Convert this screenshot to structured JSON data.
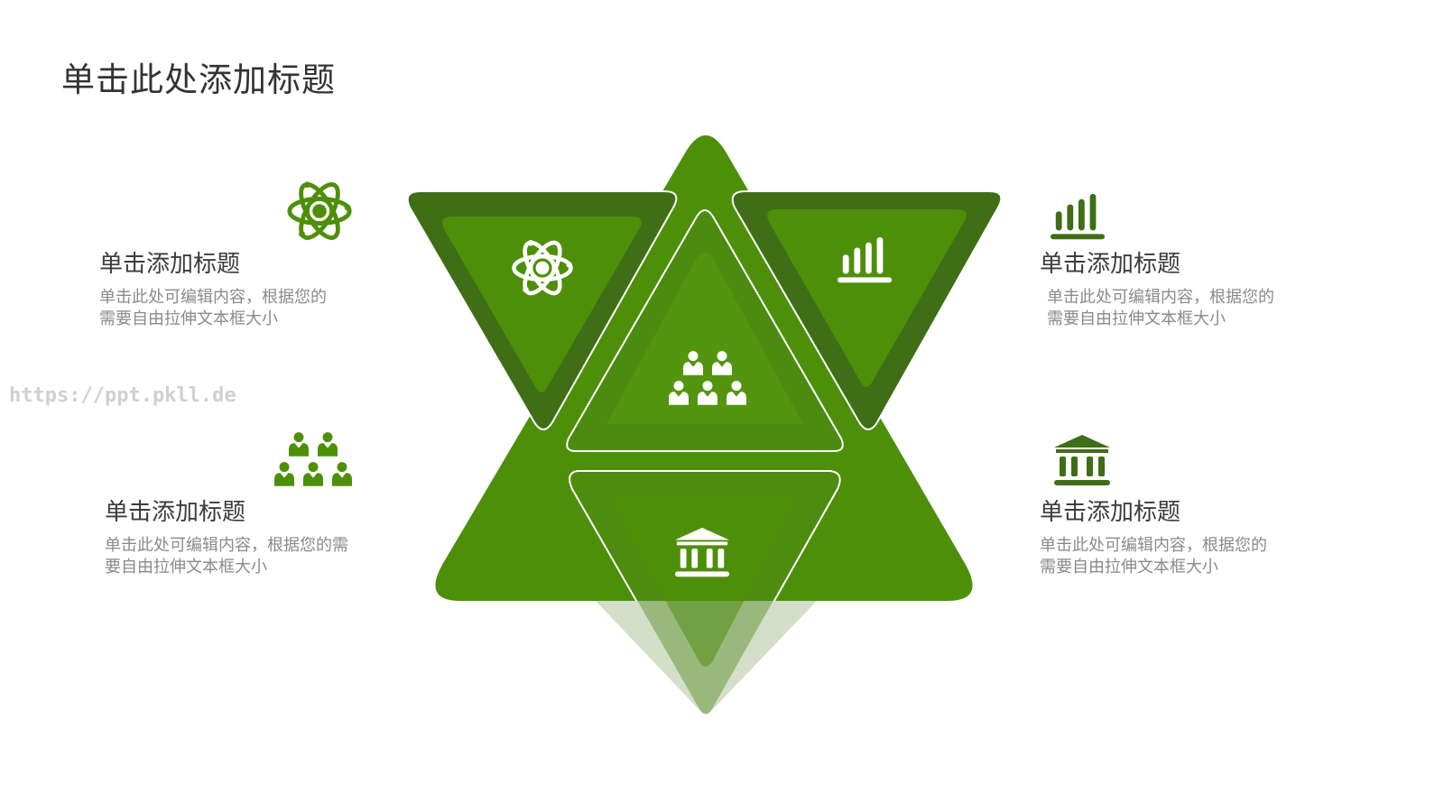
{
  "slide": {
    "title": "单击此处添加标题",
    "watermark": "https://ppt.pkll.de"
  },
  "colors": {
    "accent": "#4e8f0a",
    "accent_dark": "#3f6e16",
    "accent_light": "#5a9c12",
    "text": "#333333",
    "muted": "#8a8a8a"
  },
  "blocks": [
    {
      "heading": "单击添加标题",
      "desc_line1": "单击此处可编辑内容，根据您的",
      "desc_line2": "需要自由拉伸文本框大小",
      "icon": "atom-icon"
    },
    {
      "heading": "单击添加标题",
      "desc_line1": "单击此处可编辑内容，根据您的需",
      "desc_line2": "要自由拉伸文本框大小",
      "icon": "people-group-icon"
    },
    {
      "heading": "单击添加标题",
      "desc_line1": "单击此处可编辑内容，根据您的",
      "desc_line2": "需要自由拉伸文本框大小",
      "icon": "bar-chart-icon"
    },
    {
      "heading": "单击添加标题",
      "desc_line1": "单击此处可编辑内容，根据您的",
      "desc_line2": "需要自由拉伸文本框大小",
      "icon": "bank-building-icon"
    }
  ]
}
